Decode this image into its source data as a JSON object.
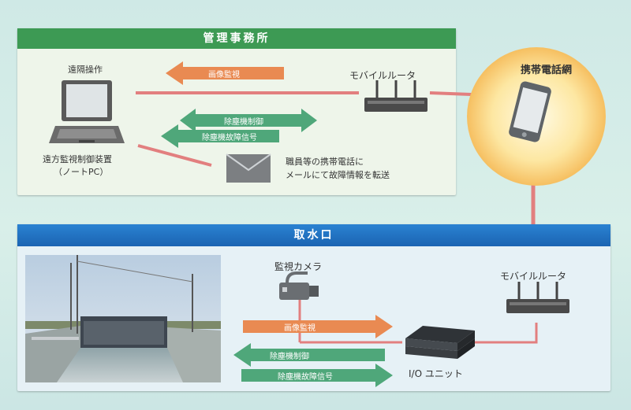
{
  "office": {
    "title": "管理事務所",
    "remote_op_label": "遠隔操作",
    "pc_label_line1": "遠方監視制御装置",
    "pc_label_line2": "（ノートPC）",
    "router_label": "モバイルルータ",
    "arrow_image_monitor": "画像監視",
    "arrow_control": "除塵機制御",
    "arrow_fault": "除塵機故障信号",
    "mail_line1": "職員等の携帯電話に",
    "mail_line2": "メールにて故障情報を転送"
  },
  "mobile_network_label": "携帯電話網",
  "intake": {
    "title": "取水口",
    "camera_label": "監視カメラ",
    "router_label": "モバイルルータ",
    "io_label": "I/O ユニット",
    "arrow_image_monitor": "画像監視",
    "arrow_control": "除塵機制御",
    "arrow_fault": "除塵機故障信号"
  },
  "colors": {
    "green_header": "#3d9a54",
    "blue_header": "#1e6fc0",
    "orange_arrow": "#e98a52",
    "green_arrow": "#4fa77a",
    "link_line": "#e27f7f"
  }
}
